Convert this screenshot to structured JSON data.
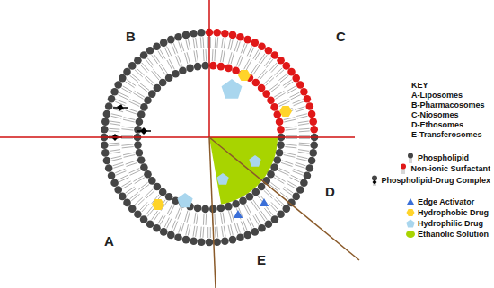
{
  "diagram": {
    "labels": [
      "B",
      "C",
      "A",
      "D",
      "E",
      "KEY",
      "A-Liposomes",
      "B-Pharmacosomes",
      "C-Niosomes",
      "D-Ethosomes",
      "E-Transferosomes"
    ],
    "legend": [
      {
        "text": "Phospholipid"
      },
      {
        "text": "Non-ionic Surfactant"
      },
      {
        "text": "Phospholipid-Drug Complex"
      },
      {
        "text": "Edge Activator",
        "color": "#3a6fd8"
      },
      {
        "text": "Hydrophobic Drug",
        "color": "#ffd42a"
      },
      {
        "text": "Hydrophilic Drug",
        "color": "#a9d6ee"
      },
      {
        "text": "Ethanolic Solution",
        "color": "#a8d400"
      }
    ]
  }
}
